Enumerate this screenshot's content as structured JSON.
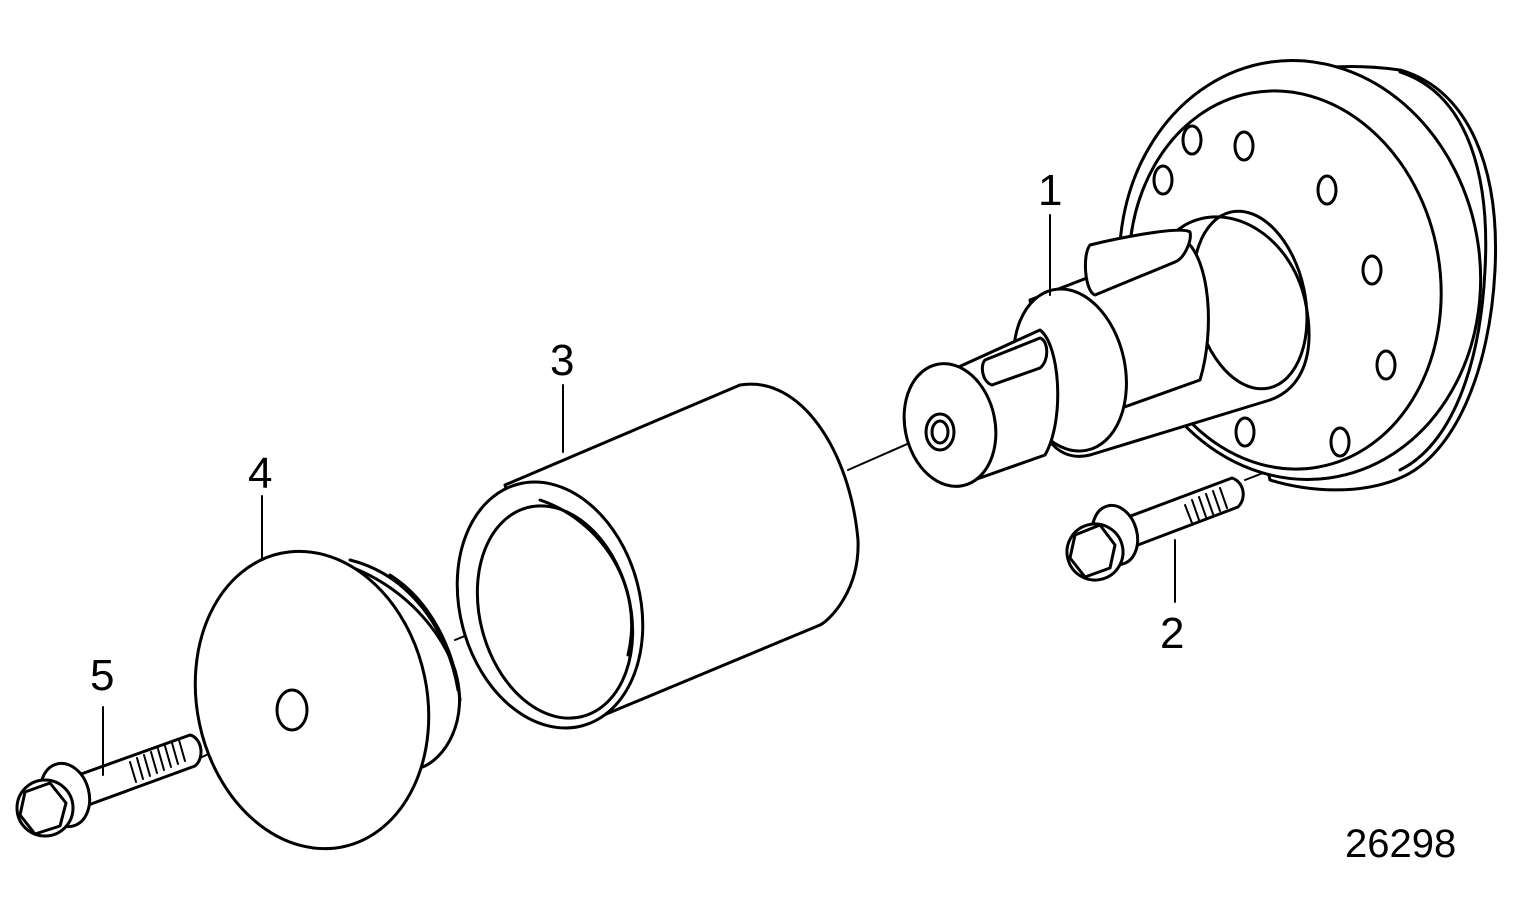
{
  "diagram": {
    "figure_number": "26298",
    "callouts": [
      {
        "id": "1",
        "label": "1"
      },
      {
        "id": "2",
        "label": "2"
      },
      {
        "id": "3",
        "label": "3"
      },
      {
        "id": "4",
        "label": "4"
      },
      {
        "id": "5",
        "label": "5"
      }
    ]
  }
}
